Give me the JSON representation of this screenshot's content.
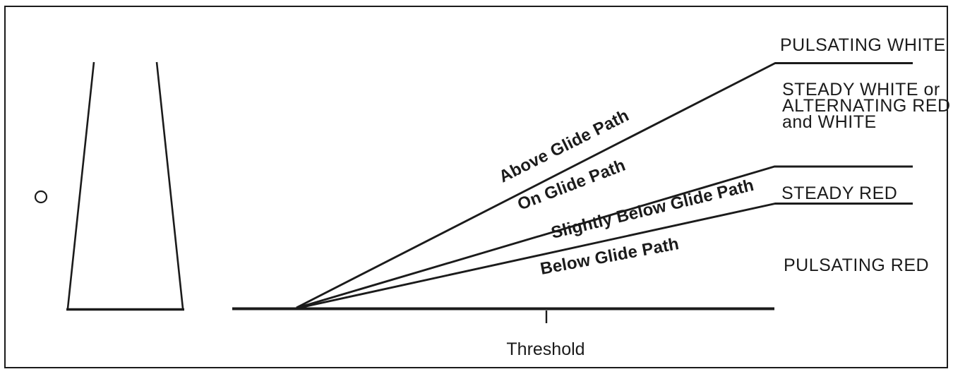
{
  "figure": {
    "threshold_label": "Threshold",
    "zones": [
      {
        "path_label": "Above Glide Path",
        "signal_lines": [
          "PULSATING WHITE"
        ]
      },
      {
        "path_label": "On Glide Path",
        "signal_lines": [
          "STEADY WHITE or",
          "ALTERNATING RED",
          "and WHITE"
        ]
      },
      {
        "path_label": "Slightly Below Glide Path",
        "signal_lines": [
          "STEADY RED"
        ]
      },
      {
        "path_label": "Below Glide Path",
        "signal_lines": [
          "PULSATING RED"
        ]
      }
    ],
    "colors": {
      "ink": "#1b1b1b",
      "background": "#ffffff"
    }
  }
}
